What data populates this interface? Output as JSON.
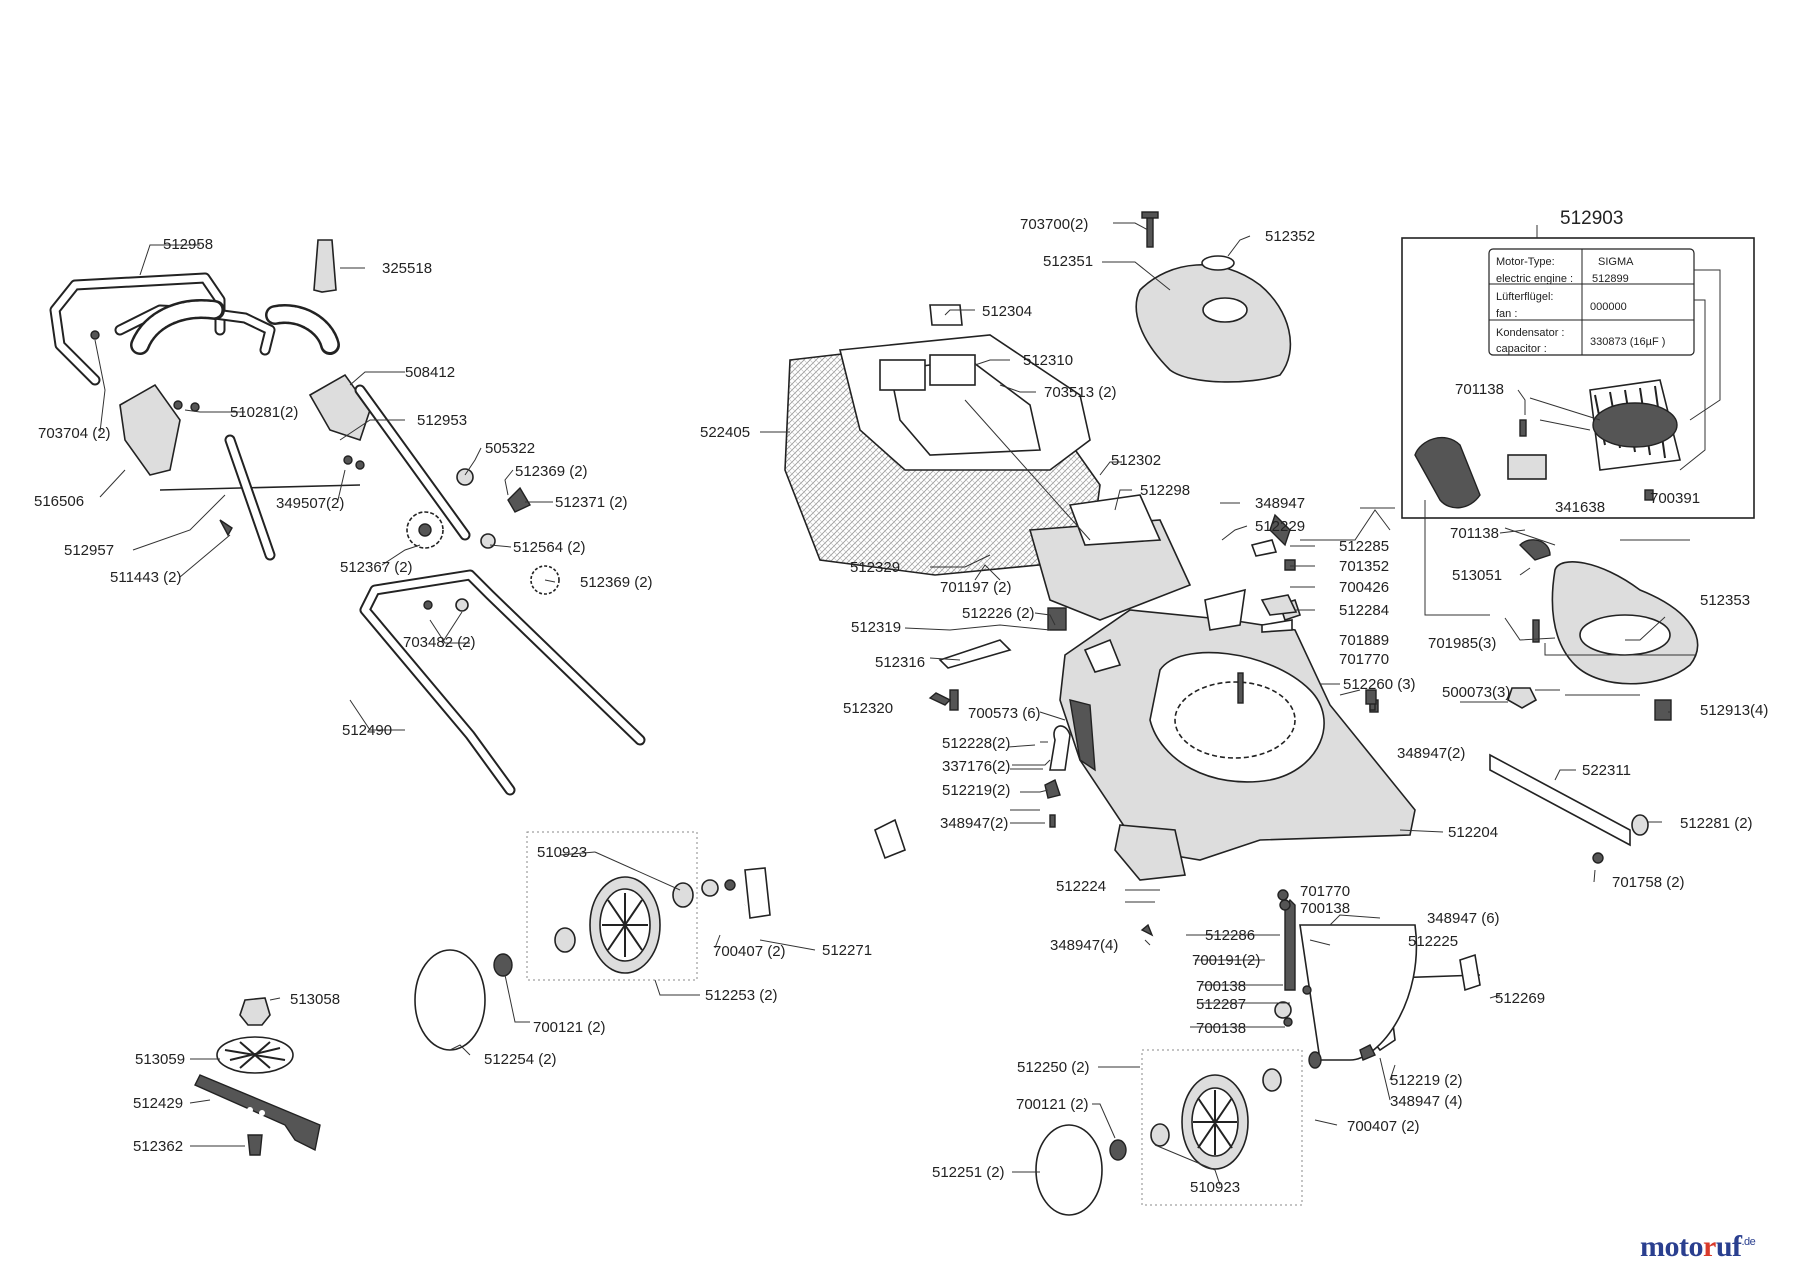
{
  "assembly_number": "512903",
  "motor_table": {
    "rows": [
      {
        "label_1": "Motor-Type:",
        "label_2": "electric engine :",
        "value_1": "SIGMA",
        "value_2": "512899"
      },
      {
        "label_1": "Lüfterflügel:",
        "label_2": "fan :",
        "value_1": "000000",
        "value_2": ""
      },
      {
        "label_1": "Kondensator :",
        "label_2": "capacitor :",
        "value_1": "330873 (16µF )",
        "value_2": ""
      }
    ]
  },
  "part_labels": [
    "512958",
    "325518",
    "508412",
    "510281(2)",
    "703704 (2)",
    "516506",
    "512953",
    "505322",
    "512369 (2)",
    "512371 (2)",
    "349507(2)",
    "512957",
    "512367 (2)",
    "512564 (2)",
    "511443 (2)",
    "512369 (2)",
    "703482 (2)",
    "512490",
    "703700(2)",
    "512352",
    "512351",
    "512304",
    "512310",
    "703513 (2)",
    "522405",
    "512302",
    "512298",
    "348947",
    "512229",
    "512285",
    "701352",
    "700426",
    "512284",
    "512329",
    "701197 (2)",
    "512226 (2)",
    "512319",
    "701889",
    "701770",
    "512316",
    "512260 (3)",
    "512320",
    "700573 (6)",
    "348947(2)",
    "512228(2)",
    "337176(2)",
    "512219(2)",
    "348947(2)",
    "512204",
    "701138",
    "701138",
    "341638",
    "700391",
    "513051",
    "512353",
    "701985(3)",
    "500073(3)",
    "512913(4)",
    "522311",
    "512281 (2)",
    "701758 (2)",
    "510923",
    "512271",
    "700407 (2)",
    "512253 (2)",
    "700121 (2)",
    "512254 (2)",
    "513058",
    "513059",
    "512429",
    "512362",
    "512224",
    "701770",
    "700138",
    "348947 (6)",
    "512286",
    "512225",
    "700191(2)",
    "348947(4)",
    "700138",
    "512287",
    "700138",
    "512269",
    "512250 (2)",
    "700121 (2)",
    "512219 (2)",
    "348947 (4)",
    "700407 (2)",
    "512251 (2)",
    "510923"
  ],
  "watermark": {
    "part_1": "moto",
    "part_2": "r",
    "part_3": "uf",
    "suffix": ".de"
  }
}
